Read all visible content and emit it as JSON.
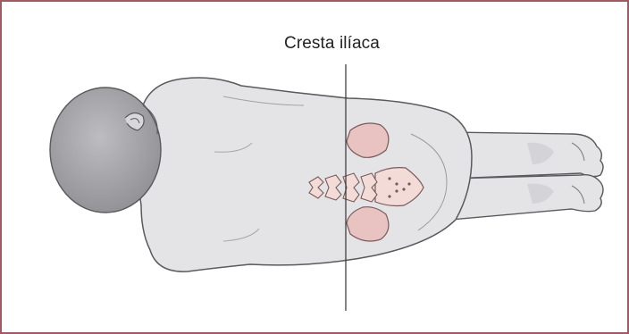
{
  "figure": {
    "label_text": "Cresta ilíaca",
    "colors": {
      "border": "#a05a64",
      "skin_fill": "#e4e4e6",
      "skin_outline": "#5a5a5e",
      "head_fill": "#a9a9ad",
      "bone_fill": "#f3dcd8",
      "bone_outline": "#7a5a5a",
      "iliac_fill": "#e9c2c2",
      "line": "#333333"
    },
    "icons": [
      "patient-prone-illustration",
      "vertebrae",
      "sacrum",
      "iliac-crest"
    ]
  }
}
